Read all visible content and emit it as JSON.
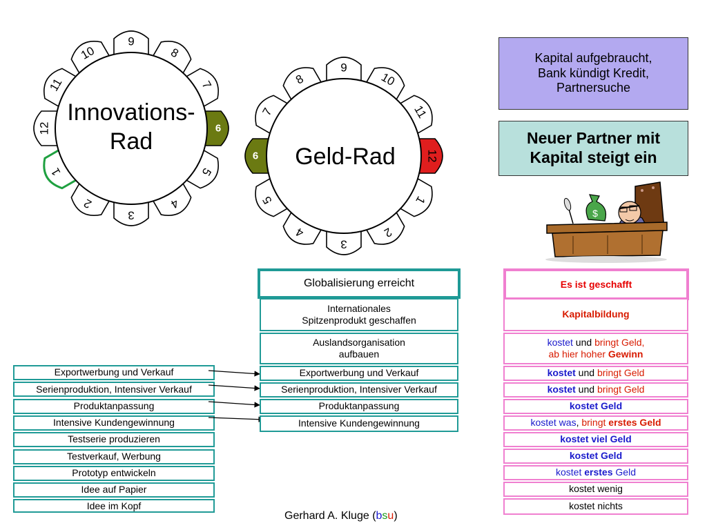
{
  "innovation_wheel": {
    "label_line1": "Innovations-",
    "label_line2": "Rad",
    "petals": [
      "9",
      "8",
      "7",
      "6",
      "5",
      "4",
      "3",
      "2",
      "1",
      "12",
      "11",
      "10"
    ],
    "highlight_olive": "6",
    "highlight_green_outline": "1"
  },
  "money_wheel": {
    "label": "Geld-Rad",
    "petals": [
      "9",
      "10",
      "11",
      "12",
      "1",
      "2",
      "3",
      "4",
      "5",
      "6",
      "7",
      "8"
    ],
    "highlight_red": "12",
    "highlight_olive": "6"
  },
  "purple_box": {
    "line1": "Kapital aufgebraucht,",
    "line2": "Bank kündigt Kredit,",
    "line3": "Partnersuche"
  },
  "teal_box": {
    "line1": "Neuer Partner mit",
    "line2": "Kapital steigt ein"
  },
  "left_column": [
    "Exportwerbung und Verkauf",
    "Serienproduktion, Intensiver Verkauf",
    "Produktanpassung",
    "Intensive Kundengewinnung",
    "Testserie produzieren",
    "Testverkauf, Werbung",
    "Prototyp entwickeln",
    "Idee auf Papier",
    "Idee im Kopf"
  ],
  "middle_column": {
    "header": "Globalisierung erreicht",
    "row1_line1": "Internationales",
    "row1_line2": "Spitzenprodukt geschaffen",
    "row2_line1": "Auslandsorganisation",
    "row2_line2": "aufbauen",
    "rows": [
      "Exportwerbung und Verkauf",
      "Serienproduktion, Intensiver Verkauf",
      "Produktanpassung",
      "Intensive Kundengewinnung"
    ]
  },
  "right_column": {
    "header": "Es ist geschafft",
    "kapitalbildung": "Kapitalbildung",
    "r1": {
      "a": "kostet",
      "b": " und ",
      "c": "bringt Geld,",
      "d": "ab hier hoher ",
      "e": "Gewinn"
    },
    "r2": {
      "a": "kostet",
      "b": " und ",
      "c": "bringt Geld"
    },
    "r3": {
      "a": "kostet",
      "b": " und ",
      "c": "bringt Geld"
    },
    "r4": "kostet Geld",
    "r5": {
      "a": "kostet was",
      "b": ", ",
      "c": "bringt ",
      "d": "erstes Geld"
    },
    "r6": "kostet viel Geld",
    "r7": "kostet Geld",
    "r8": {
      "a": "kostet ",
      "b": "erstes",
      "c": " Geld"
    },
    "r9": "kostet wenig",
    "r10": "kostet nichts"
  },
  "footer": {
    "name": "Gerhard A. Kluge (",
    "b": "b",
    "s": "s",
    "u": "u",
    "close": ")"
  },
  "colors": {
    "teal": "#1f9a96",
    "pink": "#f07fd0",
    "olive": "#6b7a12",
    "red": "#e01e1e",
    "purple": "#b3a9f0",
    "lightteal": "#b8e0dc"
  }
}
